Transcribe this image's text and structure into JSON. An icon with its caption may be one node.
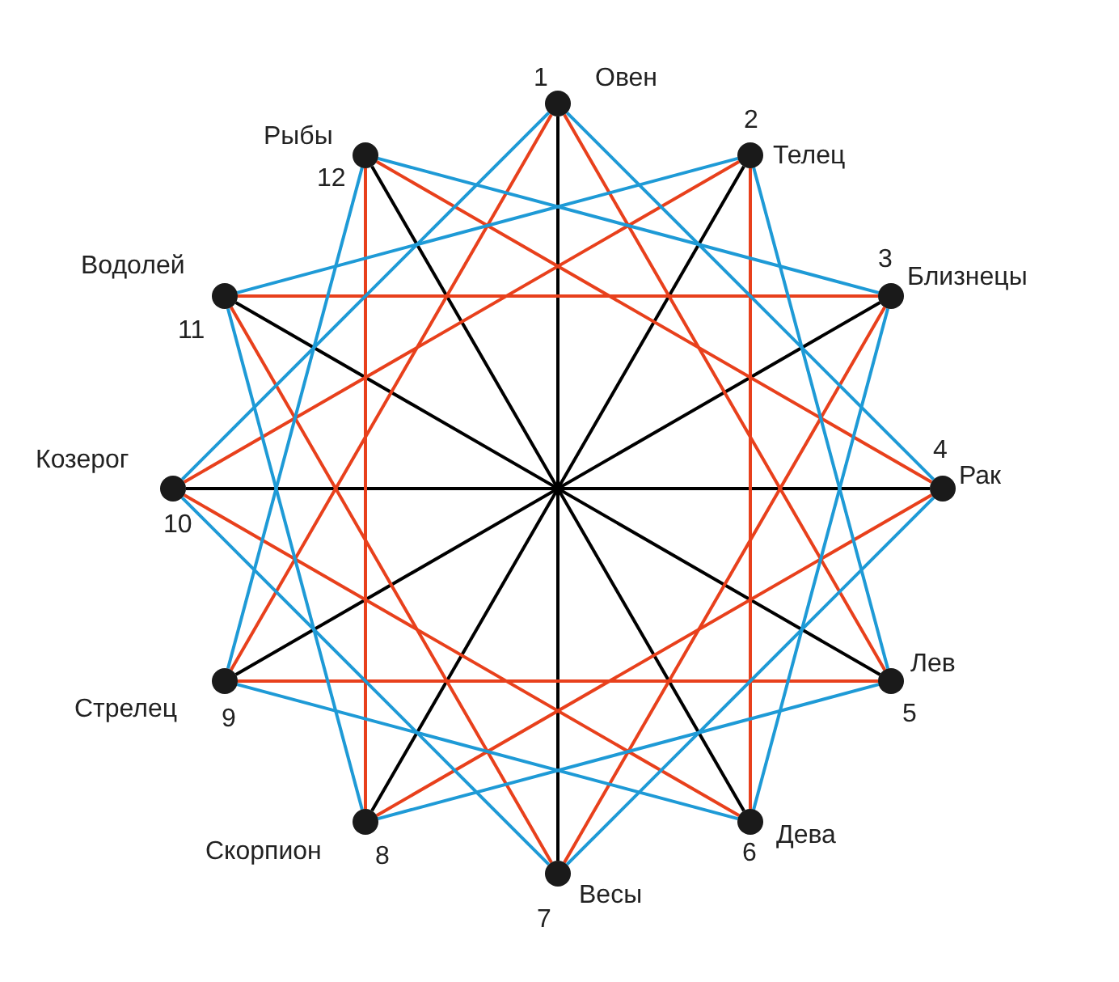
{
  "diagram": {
    "nodes": [
      {
        "text": [],
        "shape": "circle",
        "beside": [
          "1",
          "Овен"
        ]
      },
      {
        "text": [],
        "shape": "circle",
        "beside": [
          "2",
          "Телец"
        ]
      },
      {
        "text": [],
        "shape": "circle",
        "beside": [
          "3",
          "Близнецы"
        ]
      },
      {
        "text": [],
        "shape": "circle",
        "beside": [
          "4",
          "Рак"
        ]
      },
      {
        "text": [],
        "shape": "circle",
        "beside": [
          "Лев",
          "5"
        ]
      },
      {
        "text": [],
        "shape": "circle",
        "beside": [
          "6",
          "Дева"
        ]
      },
      {
        "text": [],
        "shape": "circle",
        "beside": [
          "Весы",
          "7"
        ]
      },
      {
        "text": [],
        "shape": "circle",
        "beside": [
          "Скорпион",
          "8"
        ]
      },
      {
        "text": [],
        "shape": "circle",
        "beside": [
          "Стрелец",
          "9"
        ]
      },
      {
        "text": [],
        "shape": "circle",
        "beside": [
          "Козерог",
          "10"
        ]
      },
      {
        "text": [],
        "shape": "circle",
        "beside": [
          "Водолей",
          "11"
        ]
      },
      {
        "text": [],
        "shape": "circle",
        "beside": [
          "Рыбы",
          "12"
        ]
      }
    ],
    "edges": [
      {
        "from": 0,
        "to": 6,
        "arrow": "none",
        "color": "#000000"
      },
      {
        "from": 1,
        "to": 7,
        "arrow": "none",
        "color": "#000000"
      },
      {
        "from": 2,
        "to": 8,
        "arrow": "none",
        "color": "#000000"
      },
      {
        "from": 3,
        "to": 9,
        "arrow": "none",
        "color": "#000000"
      },
      {
        "from": 4,
        "to": 10,
        "arrow": "none",
        "color": "#000000"
      },
      {
        "from": 5,
        "to": 11,
        "arrow": "none",
        "color": "#000000"
      },
      {
        "from": 0,
        "to": 4,
        "arrow": "none",
        "color": "#e8401c"
      },
      {
        "from": 4,
        "to": 8,
        "arrow": "none",
        "color": "#e8401c"
      },
      {
        "from": 8,
        "to": 0,
        "arrow": "none",
        "color": "#e8401c"
      },
      {
        "from": 1,
        "to": 5,
        "arrow": "none",
        "color": "#e8401c"
      },
      {
        "from": 5,
        "to": 9,
        "arrow": "none",
        "color": "#e8401c"
      },
      {
        "from": 9,
        "to": 1,
        "arrow": "none",
        "color": "#e8401c"
      },
      {
        "from": 2,
        "to": 6,
        "arrow": "none",
        "color": "#e8401c"
      },
      {
        "from": 6,
        "to": 10,
        "arrow": "none",
        "color": "#e8401c"
      },
      {
        "from": 10,
        "to": 2,
        "arrow": "none",
        "color": "#e8401c"
      },
      {
        "from": 3,
        "to": 7,
        "arrow": "none",
        "color": "#e8401c"
      },
      {
        "from": 7,
        "to": 11,
        "arrow": "none",
        "color": "#e8401c"
      },
      {
        "from": 11,
        "to": 3,
        "arrow": "none",
        "color": "#e8401c"
      },
      {
        "from": 0,
        "to": 3,
        "arrow": "none",
        "color": "#1e9ad6"
      },
      {
        "from": 3,
        "to": 6,
        "arrow": "none",
        "color": "#1e9ad6"
      },
      {
        "from": 6,
        "to": 9,
        "arrow": "none",
        "color": "#1e9ad6"
      },
      {
        "from": 9,
        "to": 0,
        "arrow": "none",
        "color": "#1e9ad6"
      },
      {
        "from": 1,
        "to": 4,
        "arrow": "none",
        "color": "#1e9ad6"
      },
      {
        "from": 4,
        "to": 7,
        "arrow": "none",
        "color": "#1e9ad6"
      },
      {
        "from": 7,
        "to": 10,
        "arrow": "none",
        "color": "#1e9ad6"
      },
      {
        "from": 10,
        "to": 1,
        "arrow": "none",
        "color": "#1e9ad6"
      },
      {
        "from": 2,
        "to": 5,
        "arrow": "none",
        "color": "#1e9ad6"
      },
      {
        "from": 5,
        "to": 8,
        "arrow": "none",
        "color": "#1e9ad6"
      },
      {
        "from": 8,
        "to": 11,
        "arrow": "none",
        "color": "#1e9ad6"
      },
      {
        "from": 11,
        "to": 2,
        "arrow": "none",
        "color": "#1e9ad6"
      }
    ]
  }
}
